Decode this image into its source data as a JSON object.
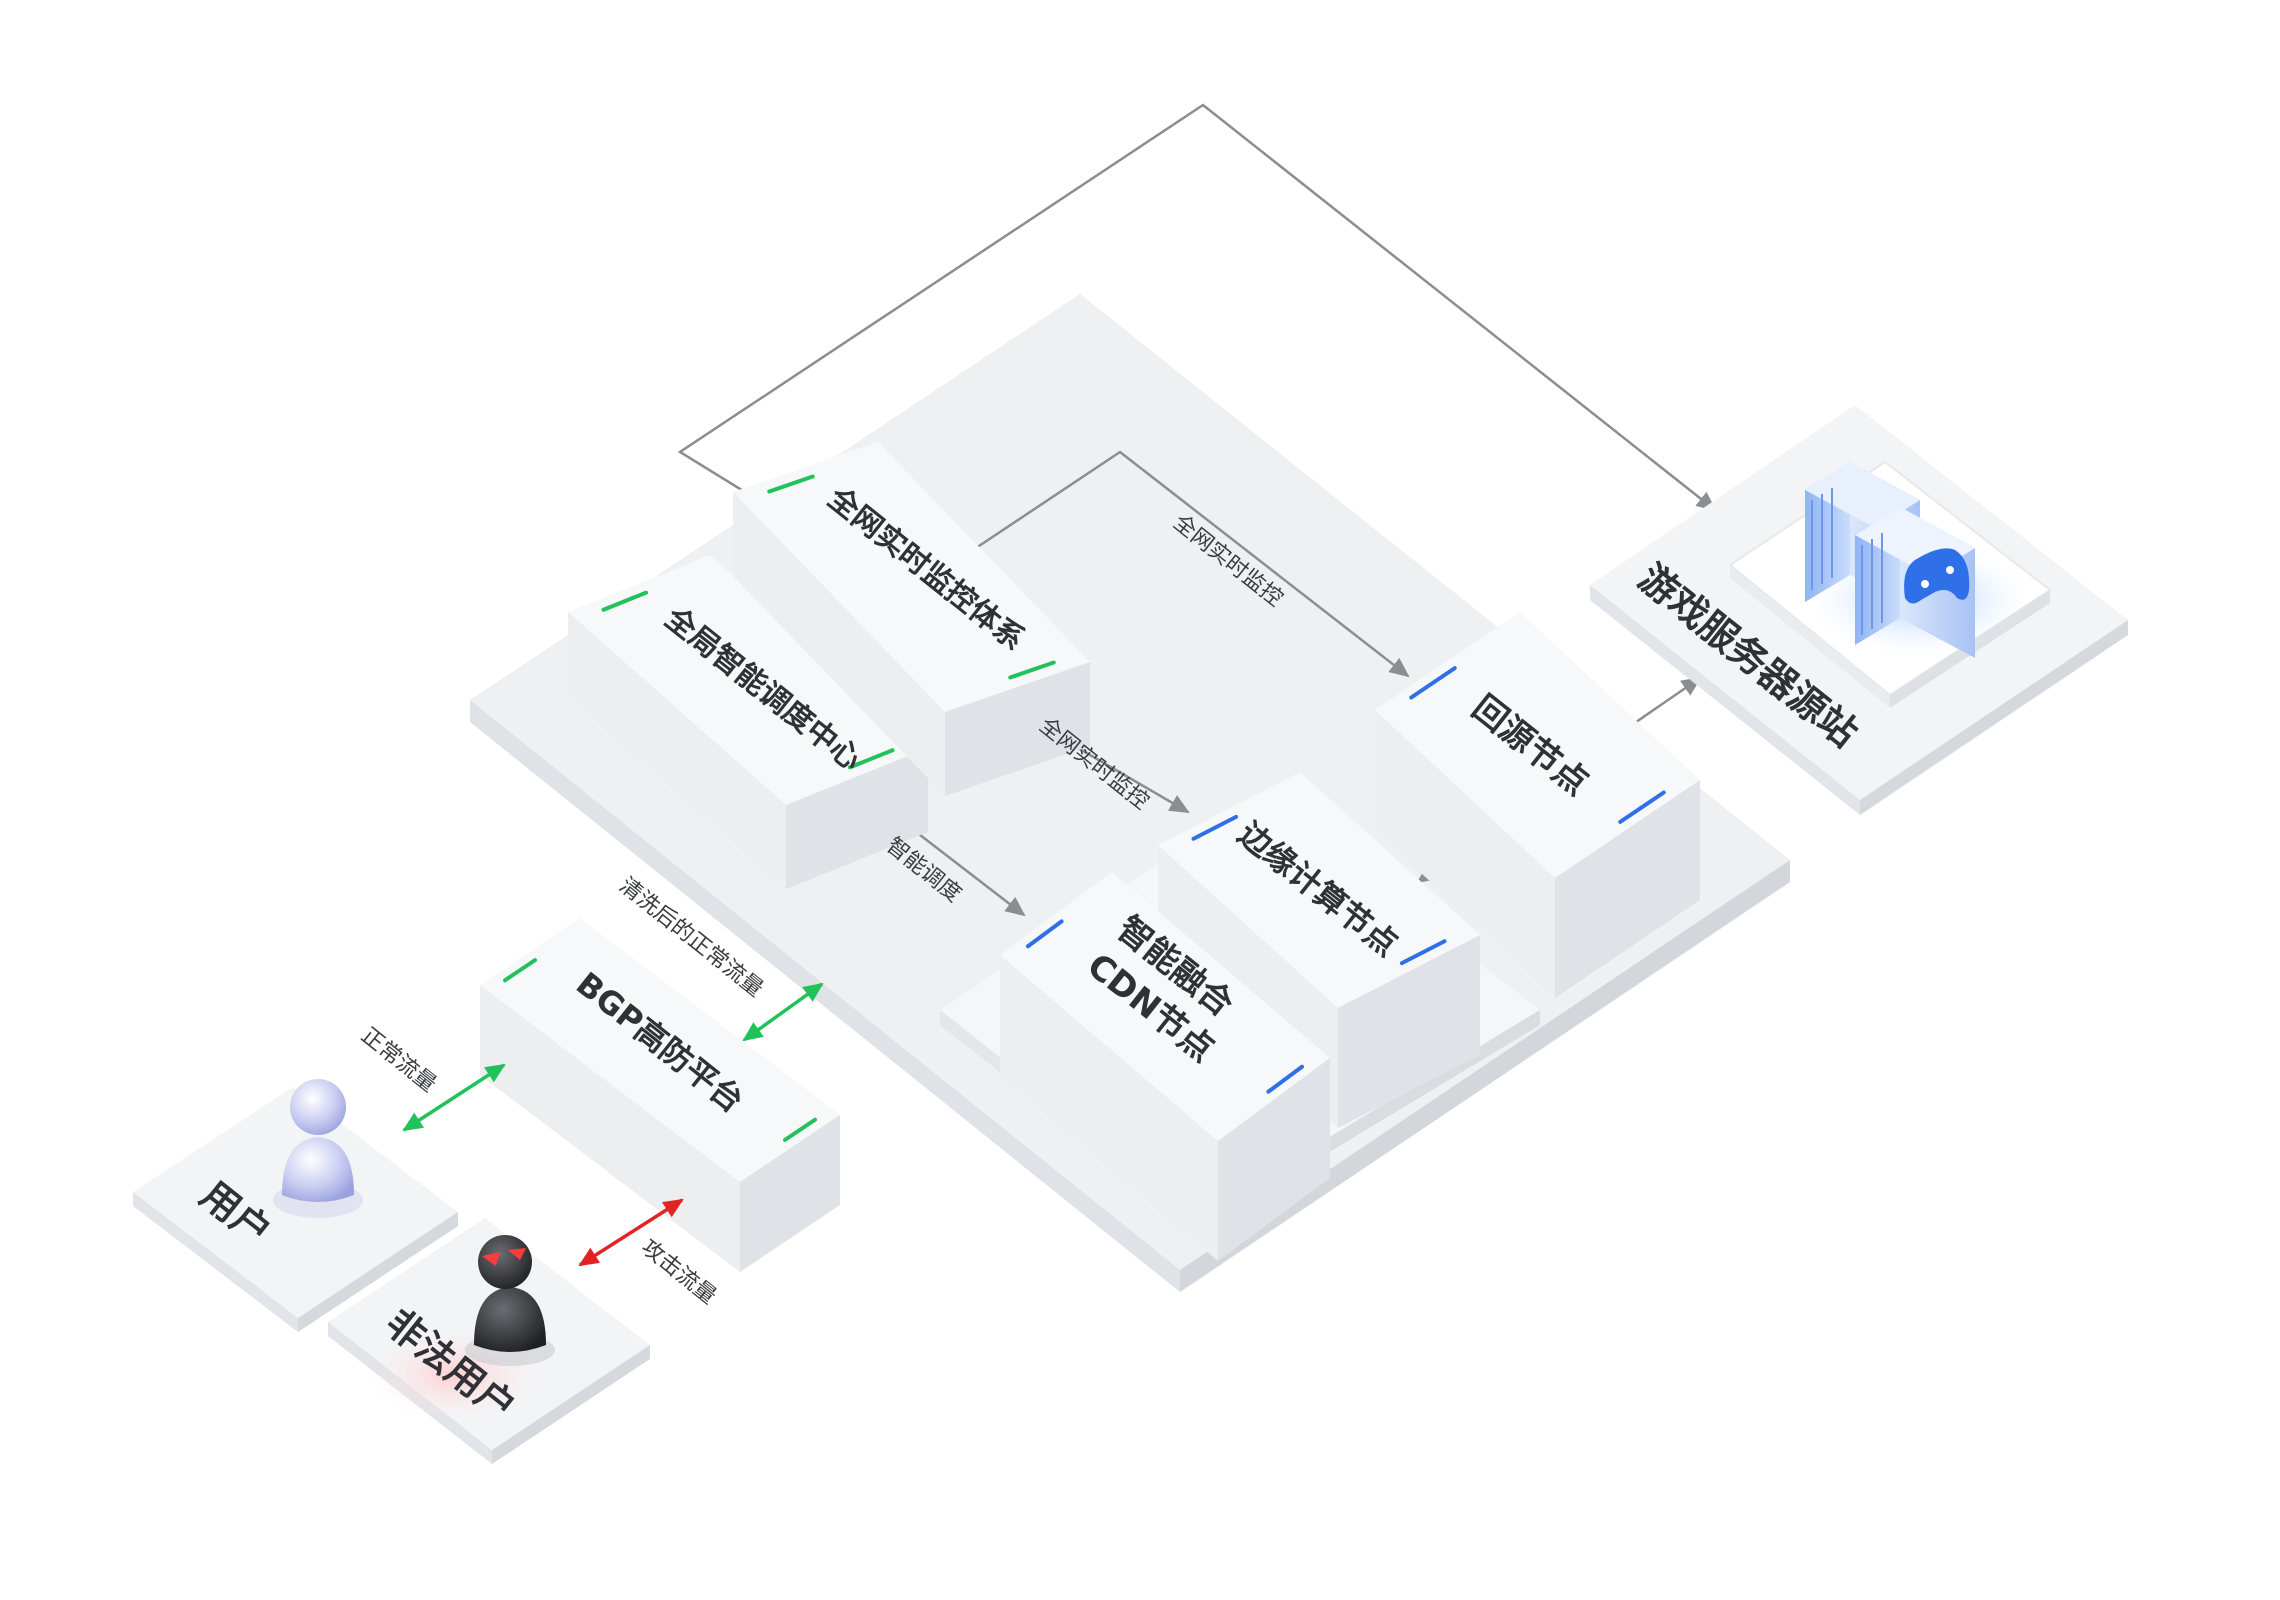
{
  "nodes": {
    "monitor_system": "全网实时监控体系",
    "dispatch_center": "全局智能调度中心",
    "origin_node": "回源节点",
    "edge_node": "边缘计算节点",
    "cdn_node_line1": "智能融合",
    "cdn_node_line2": "CDN节点",
    "bgp_platform": "BGP高防平台",
    "game_server": "游戏服务器源站",
    "user": "用户",
    "illegal_user": "非法用户"
  },
  "edges": {
    "monitor_to_origin": "全网实时监控",
    "monitor_to_edge": "全网实时监控",
    "dispatch_to_cdn": "智能调度",
    "cleaned_traffic": "清洗后的正常流量",
    "normal_traffic": "正常流量",
    "attack_traffic": "攻击流量"
  },
  "colors": {
    "green_accent": "#22c25a",
    "blue_accent": "#2f6fe8",
    "red_arrow": "#e02424",
    "gray_arrow": "#8a8d92"
  },
  "icons": {
    "user": "user-figure-icon",
    "illegal_user": "hacker-figure-icon",
    "game_server": "game-server-icon"
  }
}
